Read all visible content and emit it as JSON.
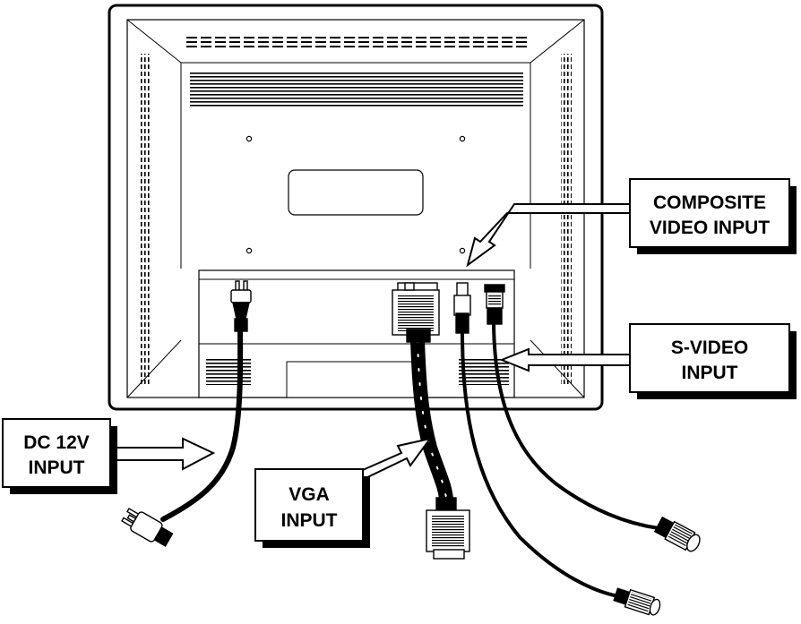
{
  "labels": {
    "composite": [
      "COMPOSITE",
      "VIDEO INPUT"
    ],
    "svideo": [
      "S-VIDEO",
      "INPUT"
    ],
    "dc": [
      "DC 12V",
      "INPUT"
    ],
    "vga": [
      "VGA",
      "INPUT"
    ]
  },
  "colors": {
    "line": "#000000",
    "background": "#ffffff",
    "monitor_fill": "#ffffff",
    "label_shadow": "#000000"
  },
  "icons": {
    "monitor": "monitor-rear-panel",
    "power_plug": "ac-power-plug-icon",
    "vga_connector": "vga-db15-connector-icon",
    "rca_connector": "rca-composite-connector-icon",
    "svideo_connector": "mini-din-svideo-connector-icon"
  }
}
